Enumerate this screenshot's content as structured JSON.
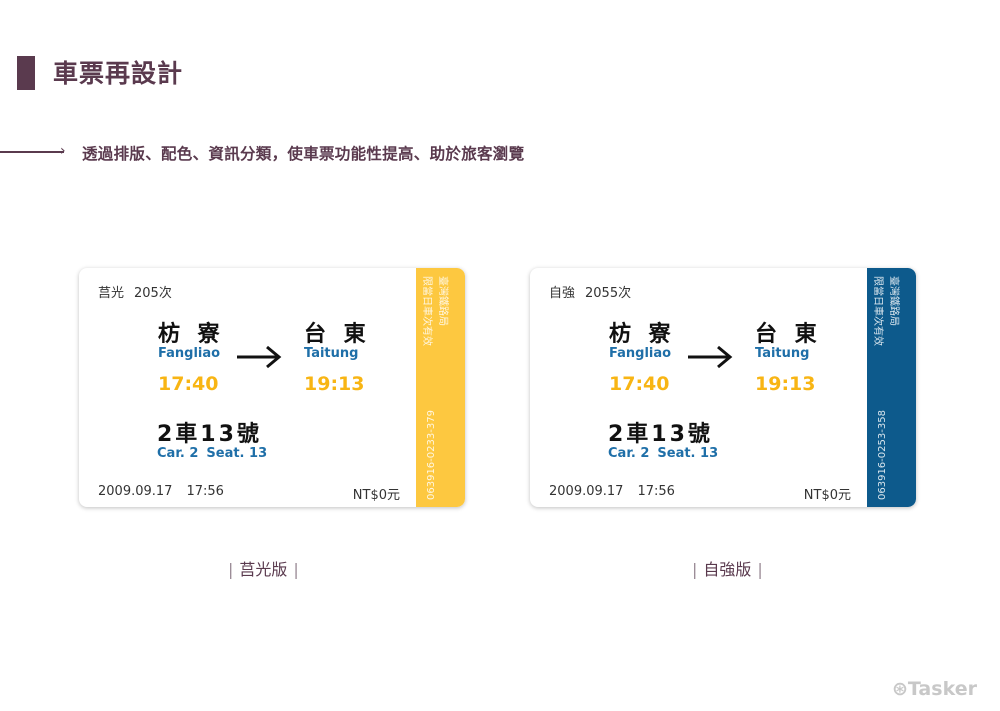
{
  "header": {
    "title": "車票再設計",
    "subtitle": "透過排版、配色、資訊分類，使車票功能性提高、助於旅客瀏覽",
    "accent_color": "#5a3a4e"
  },
  "tickets": [
    {
      "train_class": "莒光",
      "train_no": "205次",
      "from_zh": "枋 寮",
      "from_en": "Fangliao",
      "depart": "17:40",
      "to_zh": "台 東",
      "to_en": "Taitung",
      "arrive": "19:13",
      "seat_zh": "2車13號",
      "car_en": "Car. 2",
      "seat_en": "Seat. 13",
      "date": "2009.09.17",
      "time": "17:56",
      "price": "NT$0元",
      "strip_note": "限當日車次有效",
      "strip_org": "臺灣鐵路局",
      "strip_code": "063916-0233-379",
      "strip_color": "#fdc840",
      "caption": "莒光版"
    },
    {
      "train_class": "自強",
      "train_no": "2055次",
      "from_zh": "枋 寮",
      "from_en": "Fangliao",
      "depart": "17:40",
      "to_zh": "台 東",
      "to_en": "Taitung",
      "arrive": "19:13",
      "seat_zh": "2車13號",
      "car_en": "Car. 2",
      "seat_en": "Seat. 13",
      "date": "2009.09.17",
      "time": "17:56",
      "price": "NT$0元",
      "strip_note": "限當日車次有效",
      "strip_org": "臺灣鐵路局",
      "strip_code": "063916-0253-358",
      "strip_color": "#0d5a8c",
      "caption": "自強版"
    }
  ],
  "caption_separator": "|",
  "logo": {
    "text": "Tasker",
    "icon": "tasker-logo-icon"
  }
}
